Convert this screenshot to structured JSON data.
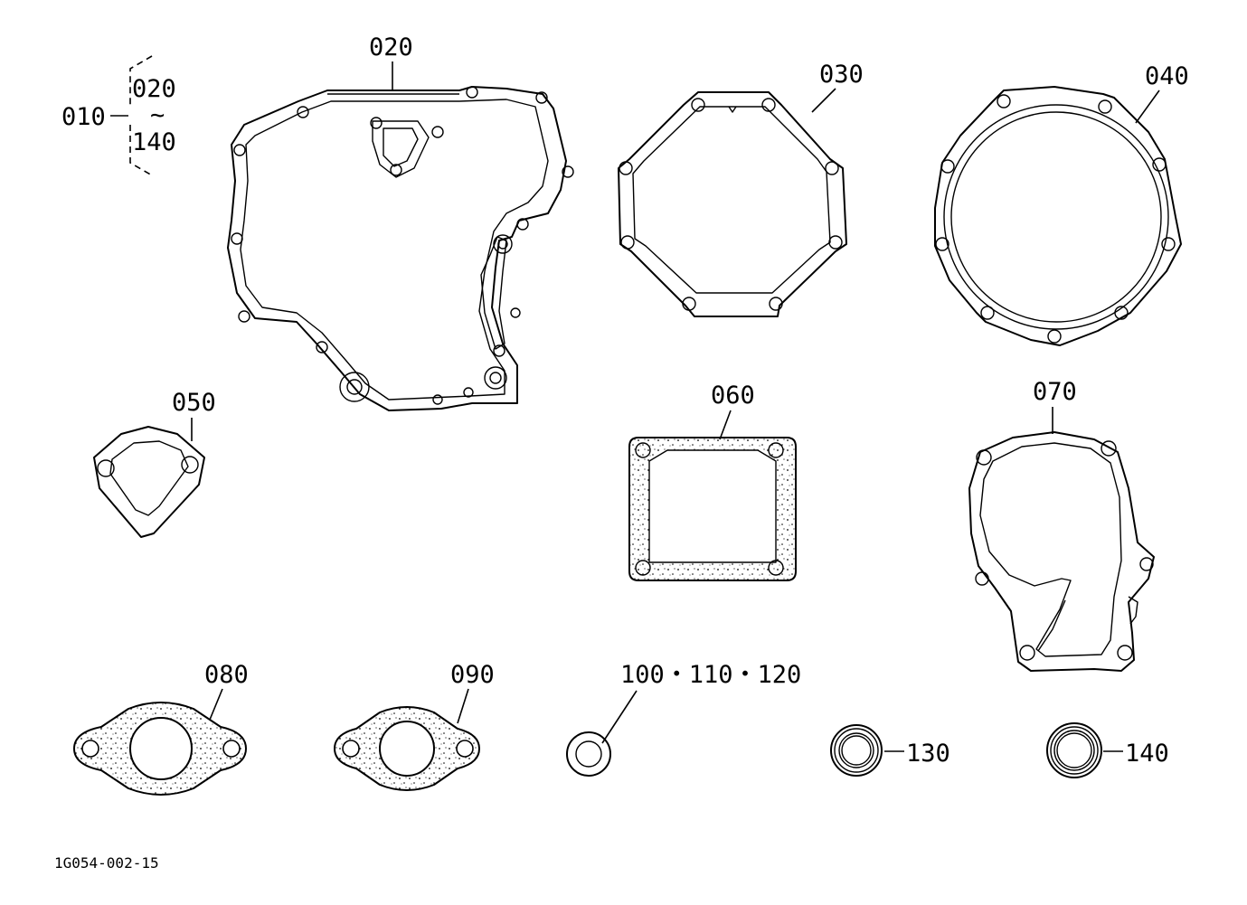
{
  "diagram": {
    "group_label": {
      "parent": "010",
      "first": "020",
      "tilde": "~",
      "last": "140"
    },
    "parts": [
      {
        "id": "020",
        "label": "020"
      },
      {
        "id": "030",
        "label": "030"
      },
      {
        "id": "040",
        "label": "040"
      },
      {
        "id": "050",
        "label": "050"
      },
      {
        "id": "060",
        "label": "060"
      },
      {
        "id": "070",
        "label": "070"
      },
      {
        "id": "080",
        "label": "080"
      },
      {
        "id": "090",
        "label": "090"
      },
      {
        "id": "100",
        "label": "100・110・120"
      },
      {
        "id": "130",
        "label": "130"
      },
      {
        "id": "140",
        "label": "140"
      }
    ],
    "doc_code": "1G054-002-15"
  }
}
